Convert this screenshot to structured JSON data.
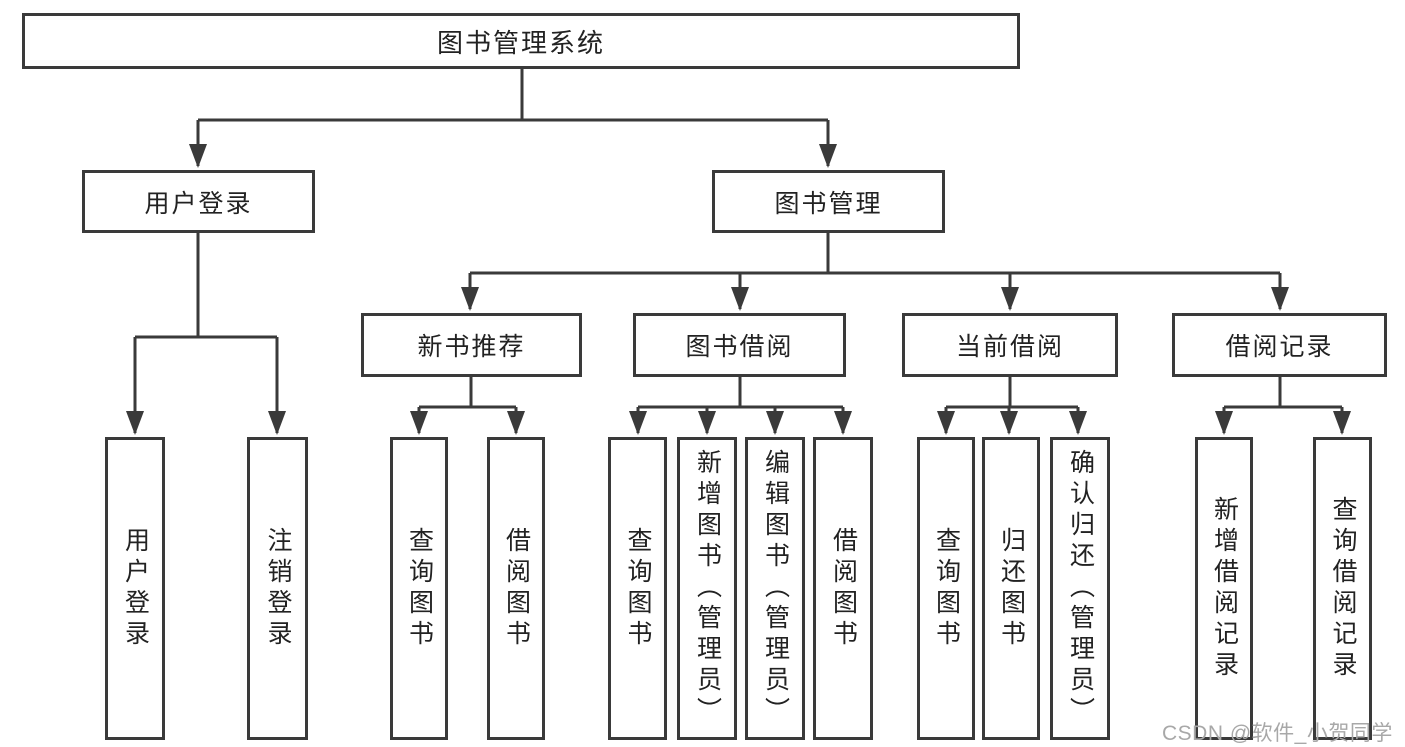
{
  "diagram_type": "hierarchy-tree",
  "colors": {
    "line": "#3a3a3a",
    "border": "#3a3a3a",
    "text": "#222222",
    "background": "#ffffff",
    "watermark": "#a8a8a8"
  },
  "tree": {
    "label": "图书管理系统",
    "children": [
      {
        "label": "用户登录",
        "children": [
          {
            "label": "用户登录"
          },
          {
            "label": "注销登录"
          }
        ]
      },
      {
        "label": "图书管理",
        "children": [
          {
            "label": "新书推荐",
            "children": [
              {
                "label": "查询图书"
              },
              {
                "label": "借阅图书"
              }
            ]
          },
          {
            "label": "图书借阅",
            "children": [
              {
                "label": "查询图书"
              },
              {
                "label": "新增图书（管理员）"
              },
              {
                "label": "编辑图书（管理员）"
              },
              {
                "label": "借阅图书"
              }
            ]
          },
          {
            "label": "当前借阅",
            "children": [
              {
                "label": "查询图书"
              },
              {
                "label": "归还图书"
              },
              {
                "label": "确认归还（管理员）"
              }
            ]
          },
          {
            "label": "借阅记录",
            "children": [
              {
                "label": "新增借阅记录"
              },
              {
                "label": "查询借阅记录"
              }
            ]
          }
        ]
      }
    ]
  },
  "watermark": {
    "text": "CSDN @软件_小贺同学"
  }
}
